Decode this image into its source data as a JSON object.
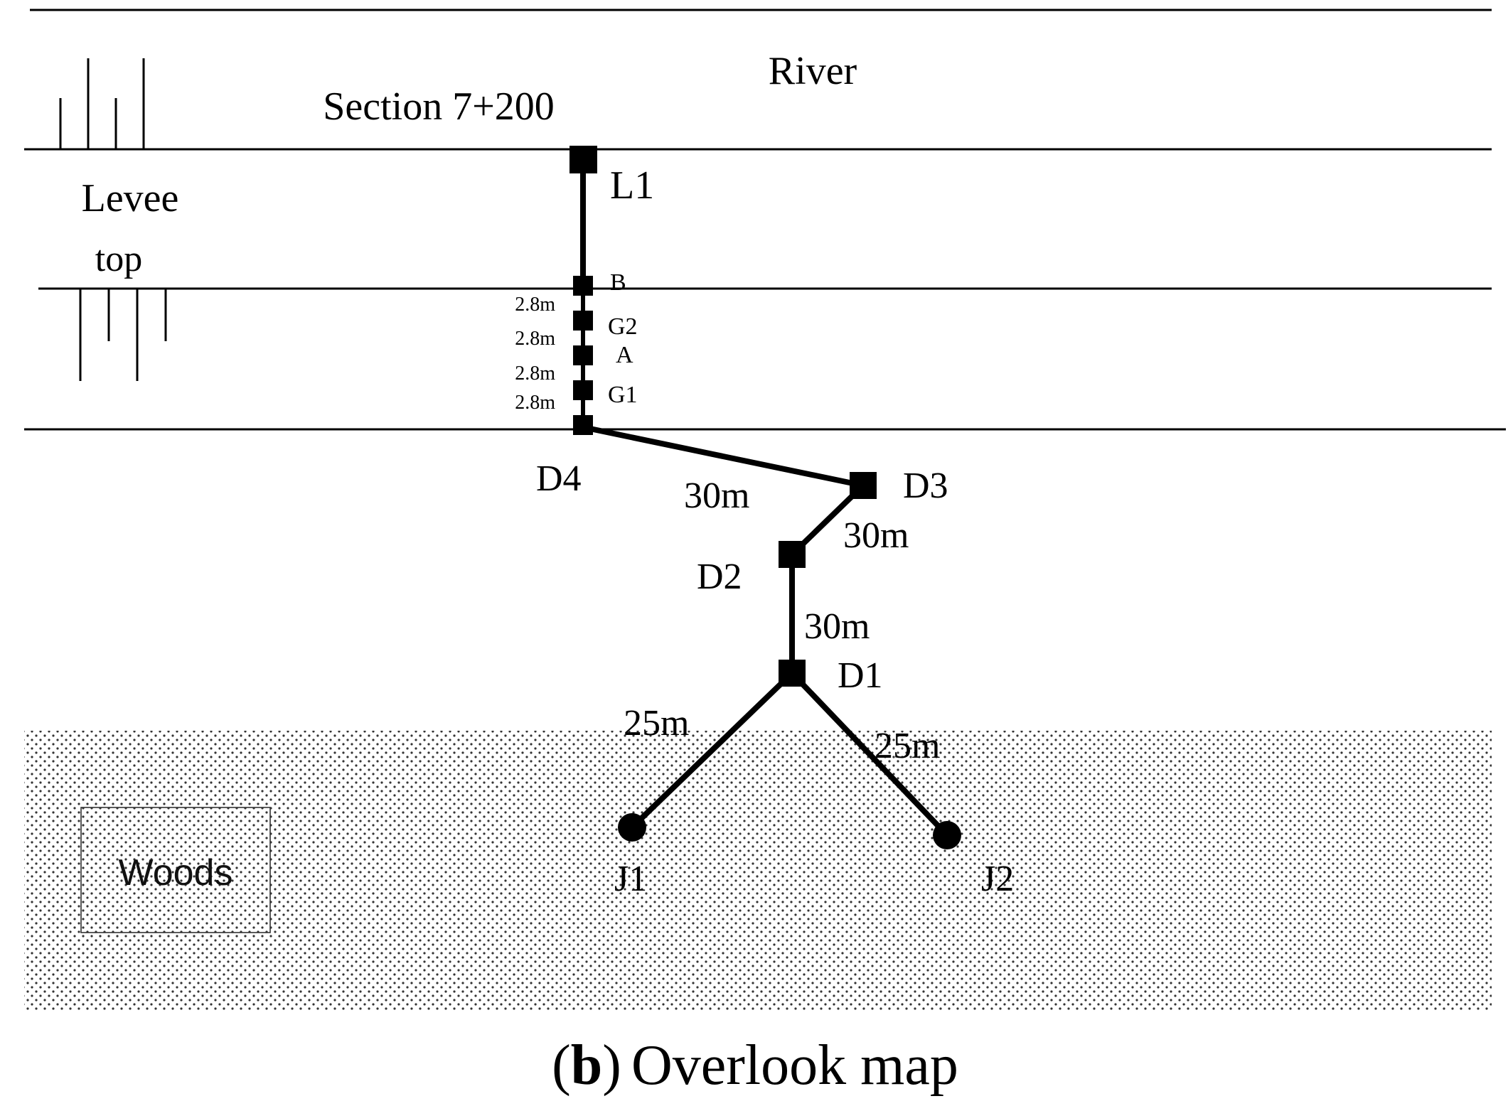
{
  "labels": {
    "river": "River",
    "section": "Section 7+200",
    "levee_line1": "Levee",
    "levee_line2": "top",
    "woods": "Woods",
    "caption_letter": "b",
    "caption_open": "(",
    "caption_close": ")",
    "caption_text": "Overlook map"
  },
  "nodes": {
    "L1": "L1",
    "B": "B",
    "G2": "G2",
    "A": "A",
    "G1": "G1",
    "D4": "D4",
    "D3": "D3",
    "D2": "D2",
    "D1": "D1",
    "J1": "J1",
    "J2": "J2"
  },
  "distances": {
    "b_g2": "2.8m",
    "g2_a": "2.8m",
    "a_g1": "2.8m",
    "g1_d4": "2.8m",
    "d4_d3": "30m",
    "d3_d2": "30m",
    "d2_d1": "30m",
    "d1_j1": "25m",
    "d1_j2": "25m"
  },
  "colors": {
    "ink": "#000000",
    "dot": "#333333",
    "background": "#ffffff"
  }
}
